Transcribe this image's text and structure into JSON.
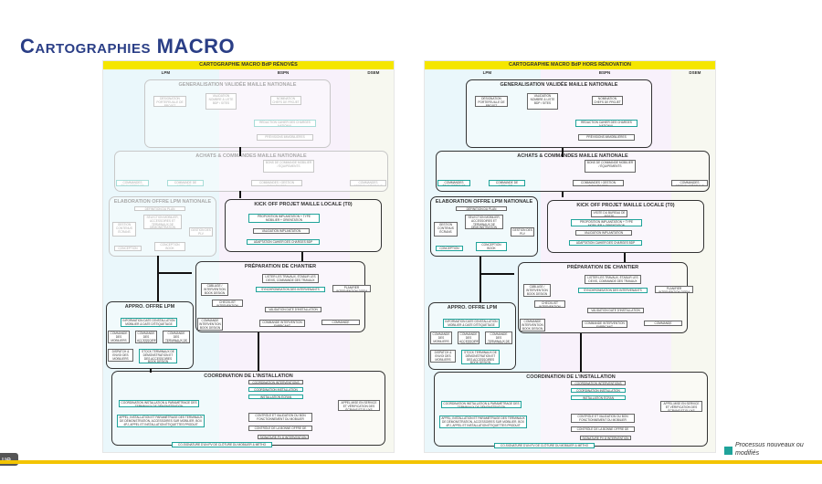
{
  "slide": {
    "title": "Cartographies MACRO",
    "page_fragment": "ue",
    "legend_label": "Processus nouveaux ou modifiés",
    "legend_color": "#1fa39a",
    "accent_color": "#f3c400",
    "title_color": "#2a3e86"
  },
  "lanes": {
    "lpm": "LPM",
    "bdpn": "BSPN",
    "dsem": "DSEM"
  },
  "left": {
    "header": "CARTOGRAPHIE MACRO BdP RÉNOVÉS",
    "phases": {
      "generalisation": "GENERALISATION VALIDÉE MAILLE NATIONALE",
      "achats": "ACHATS & COMMANDES MAILLE NATIONALE",
      "elaboration": "ELABORATION OFFRE LPM NATIONALE",
      "kickoff": "KICK OFF PROJET MAILLE LOCALE (T0)",
      "preparation": "PRÉPARATION DE CHANTIER",
      "appro": "APPRO. OFFRE LPM",
      "coordination": "COORDINATION DE L'INSTALLATION"
    }
  },
  "right": {
    "header": "CARTOGRAPHIE MACRO BdP HORS RÉNOVATION",
    "phases": {
      "generalisation": "GENERALISATION VALIDÉE MAILLE NATIONALE",
      "achats": "ACHATS & COMMANDES MAILLE NATIONALE",
      "elaboration": "ELABORATION OFFRE LPM NATIONALE",
      "kickoff": "KICK OFF PROJET MAILLE LOCALE (T0)",
      "preparation": "PRÉPARATION DE CHANTIER",
      "appro": "APPRO. OFFRE LPM",
      "coordination": "COORDINATION DE L'INSTALLATION"
    }
  },
  "boxes": {
    "designation": "DÉSIGNATION PORTEFEUILLE DE PROJET",
    "validation": "VALIDATION NOMBRE & LISTE BDP / SITES",
    "nomination": "NOMINATION CHEFS DE PROJET",
    "redaction": "RÉDACTION CAHIER DES CHARGES NATIONAL",
    "prevision": "PRÉVISIONS IMMOBILIÈRES",
    "bons_commande": "BONS DE COMMANDE MOBILIER / ÉQUIPEMENTS",
    "commande_mobilier": "COMMANDE DE MOBILIER + SIGNALÉTIQUE",
    "gestion_licences": "COMMANDES / GESTION D'OUVRAGES",
    "commandes_dsem": "COMMANDES GESTION D'ÉCRANS ET SUPPORTS",
    "commandes_lpm": "COMMANDES ÉTIQUETTES ET MOBILIER",
    "definition_offre": "DÉFINITION DU PLAN MARKETING",
    "selection_mobilier": "SÉLECTION MOBILIER, ACCESSOIRES ET TERMINAUX DE DÉMONSTRATION",
    "gestion_contenus": "GESTION CONTENUS ÉCRANS",
    "gestion_plv": "GESTION DES PLV",
    "conception_etiquettes": "CONCEPTION ÉTIQUETTES",
    "conception_merch": "CONCEPTION BOOK MERCHANDISING",
    "visite_bureau": "VISITE DU BUREAU DE POSTE",
    "proposition": "PROPOSITION IMPLANTATION + TYPE MOBILIER + ORIENTATION",
    "validation_implantation": "VALIDATION IMPLANTATION",
    "adaptation_cdc": "ADAPTATION CAHIER DES CHARGES BDP",
    "lister_travaux": "LISTER LES TRAVAUX, ÉTABLIR LES DEVIS, COMMANDE DES TRAVAUX",
    "synchro_intervenants": "SYNCHRONISATION DES INTERVENANTS",
    "planifier_intervention": "PLANIFIER INTERVENTION DSEM",
    "cablage": "CÂBLAGE / INTERVENTION BOOK DESIGN",
    "checklist": "CHECKLIST INTERVENTION FABRICANT",
    "validation_installation": "VALIDATION DATE D'INSTALLATION",
    "commande_intervention": "COMMANDE INTERVENTION BOOK DESIGN",
    "commande_fabricant": "COMMANDE INTERVENTION FABRICANT",
    "commande_ecran": "COMMANDE INSTALLATION ÉCRAN",
    "information_date": "INFORMATION DATE D'INSTALLATION MOBILIER & DATE D'ÉTIQUETAGE",
    "commande_mobiliers": "COMMANDE DES MOBILIERS",
    "commande_accessoires": "COMMANDE DES ACCESSOIRES DE STOCK LOCAL",
    "commande_terminaux": "COMMANDE DES TERMINAUX DE DÉMONSTRATION",
    "envoi_mobiliers": "DISPATCH & ENVOI DES MOBILIERS",
    "stock_terminaux": "STOCK TERMINAUX DE DÉMONSTRATION ET DES ACCESSOIRES BOOK DESIGN",
    "coord_interventions": "COORDINATION INTERVENTIONS TRAVAUX",
    "coord_installation_mobilier": "COORDINATION INSTALLATION MOBILIER",
    "installation_ecran": "INSTALLATION ÉCRAN",
    "coord_plv": "COORDINATION INSTALLATION & PARAMÉTRAGE DES TERMINAUX DE DÉMONSTRATION",
    "appel_installation": "APPEL, INSTALLATION ET PARAMÉTRAGE DES TERMINAUX DE DÉMONSTRATION, ACCESSOIRES SUR MOBILIER, BOX 4PJ, APPEL ET INSTALLATION ÉTIQUETTES PRODUIT",
    "controle_validation": "CONTRÔLE ET VALIDATION DU BON FONCTIONNEMENT DU MOBILIER",
    "controle_conformite": "CONTRÔLE DE LA BONNE OFFRE DE L'OFFRE",
    "appel_service": "APPEL MISE EN SERVICE ET VÉRIFICATION DES ÉCRANS ET FLUXS",
    "signature_pv": "SIGNATURE PV D'INTERVENTION",
    "signature_finale": "CO-SIGNATURE D'UN PV DE CLÔTURE DU MOBILIER & MÉTHO"
  }
}
